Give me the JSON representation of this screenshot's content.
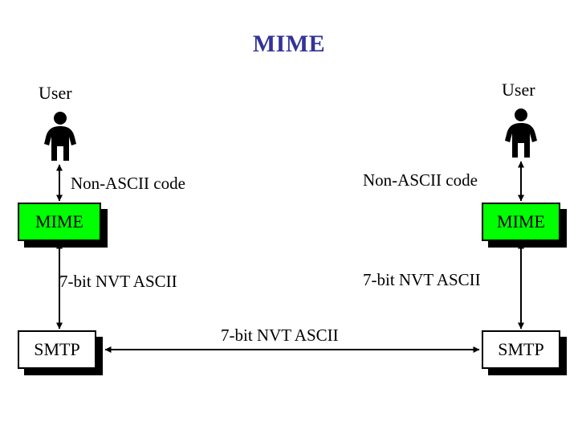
{
  "diagram": {
    "title": "MIME",
    "title_color": "#333399",
    "background_color": "#ffffff",
    "accent_color": "#00ff00",
    "line_color": "#000000"
  },
  "left": {
    "user_label": "User",
    "user_icon": "person-icon",
    "mime_box": "MIME",
    "smtp_box": "SMTP",
    "arrow_user_mime_label": "Non-ASCII code",
    "arrow_mime_smtp_label": "7-bit NVT ASCII"
  },
  "right": {
    "user_label": "User",
    "user_icon": "person-icon",
    "mime_box": "MIME",
    "smtp_box": "SMTP",
    "arrow_user_mime_label": "Non-ASCII code",
    "arrow_mime_smtp_label": "7-bit NVT ASCII"
  },
  "middle": {
    "arrow_smtp_smtp_label": "7-bit NVT ASCII"
  }
}
